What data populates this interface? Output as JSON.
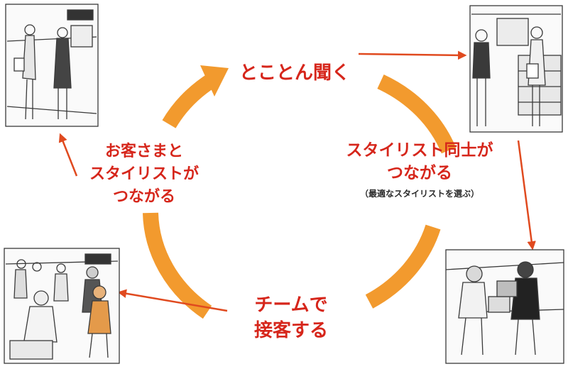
{
  "colors": {
    "cycle_orange": "#f29a2e",
    "label_red": "#d6261b",
    "label_dark": "#2a2a2a",
    "arrow_red": "#e04a1f",
    "sketch_line": "#3a3a3a",
    "sketch_fill": "#c8c8c8",
    "accent_orange": "#e49a4a"
  },
  "steps": {
    "listen": "とことん聞く",
    "stylists_connect": {
      "line1": "スタイリスト同士が",
      "line2": "つながる",
      "note": "（最適なスタイリストを選ぶ）"
    },
    "team_service": {
      "line1": "チームで",
      "line2": "接客する"
    },
    "customer_connect": {
      "line1": "お客さまと",
      "line2": "スタイリストが",
      "line3": "つながる"
    }
  },
  "illustrations": [
    {
      "id": "top-left",
      "depicts": "shopper and stylist at store entrance"
    },
    {
      "id": "top-right",
      "depicts": "shopper consulting stylist at counter"
    },
    {
      "id": "bottom-right",
      "depicts": "stylist and customer at desk with laptop"
    },
    {
      "id": "bottom-left",
      "depicts": "group of stylists serving customer"
    }
  ]
}
